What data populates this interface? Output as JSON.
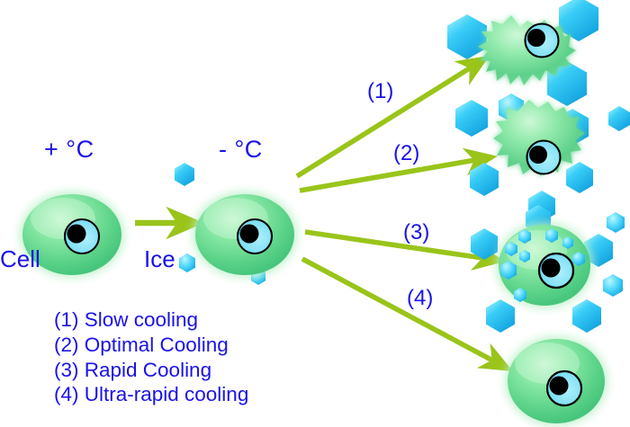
{
  "figure": {
    "title": "Cell cryopreservation cooling-rate outcomes schematic",
    "background": "#ffffff",
    "colors": {
      "label_blue": "#1a12e8",
      "arrow_green": "#9ac41a",
      "cell_green_light": "#a8efb4",
      "cell_green_mid": "#62d98a",
      "cell_green_dark": "#2fae6a",
      "ice_cyan_light": "#8ff0ff",
      "ice_cyan_mid": "#29c6f5",
      "ice_cyan_dark": "#13a6e0",
      "nucleus_cyan": "#84e4f8",
      "nucleolus_black": "#000000"
    }
  },
  "labels": {
    "warm_temp": "+ °C",
    "cold_temp": "- °C",
    "cell": "Cell",
    "ice": "Ice"
  },
  "arrow_labels": [
    {
      "id": "1",
      "text": "(1)"
    },
    {
      "id": "2",
      "text": "(2)"
    },
    {
      "id": "3",
      "text": "(3)"
    },
    {
      "id": "4",
      "text": "(4)"
    }
  ],
  "legend": {
    "items": [
      {
        "index": "(1)",
        "label": "Slow cooling",
        "text": "(1) Slow cooling"
      },
      {
        "index": "(2)",
        "label": "Optimal Cooling",
        "text": "(2) Optimal Cooling"
      },
      {
        "index": "(3)",
        "label": "Rapid Cooling",
        "text": "(3) Rapid Cooling"
      },
      {
        "index": "(4)",
        "label": "Ultra-rapid cooling",
        "text": "(4) Ultra-rapid cooling"
      }
    ]
  },
  "diagram": {
    "stages": [
      {
        "name": "cell-warm",
        "description": "Intact round cell at positive temperature",
        "ice_crystals": 0
      },
      {
        "name": "cell-cold",
        "description": "Intact round cell at sub-zero temperature with extracellular ice forming",
        "ice_crystals": 2
      }
    ],
    "outcomes": [
      {
        "name": "outcome-slow-cooling",
        "arrow": "(1)",
        "description": "Severely shrunken dehydrated crenated cell, large extracellular ice",
        "intracellular_ice": 0,
        "extracellular_ice": 4
      },
      {
        "name": "outcome-optimal-cooling",
        "arrow": "(2)",
        "description": "Mildly crenated cell, moderate extracellular ice",
        "intracellular_ice": 0,
        "extracellular_ice": 6
      },
      {
        "name": "outcome-rapid-cooling",
        "arrow": "(3)",
        "description": "Round cell with intracellular ice crystals and extracellular ice",
        "intracellular_ice": 8,
        "extracellular_ice": 7
      },
      {
        "name": "outcome-ultra-rapid-cooling",
        "arrow": "(4)",
        "description": "Intact vitrified cell, no ice crystals",
        "intracellular_ice": 0,
        "extracellular_ice": 0
      }
    ]
  }
}
